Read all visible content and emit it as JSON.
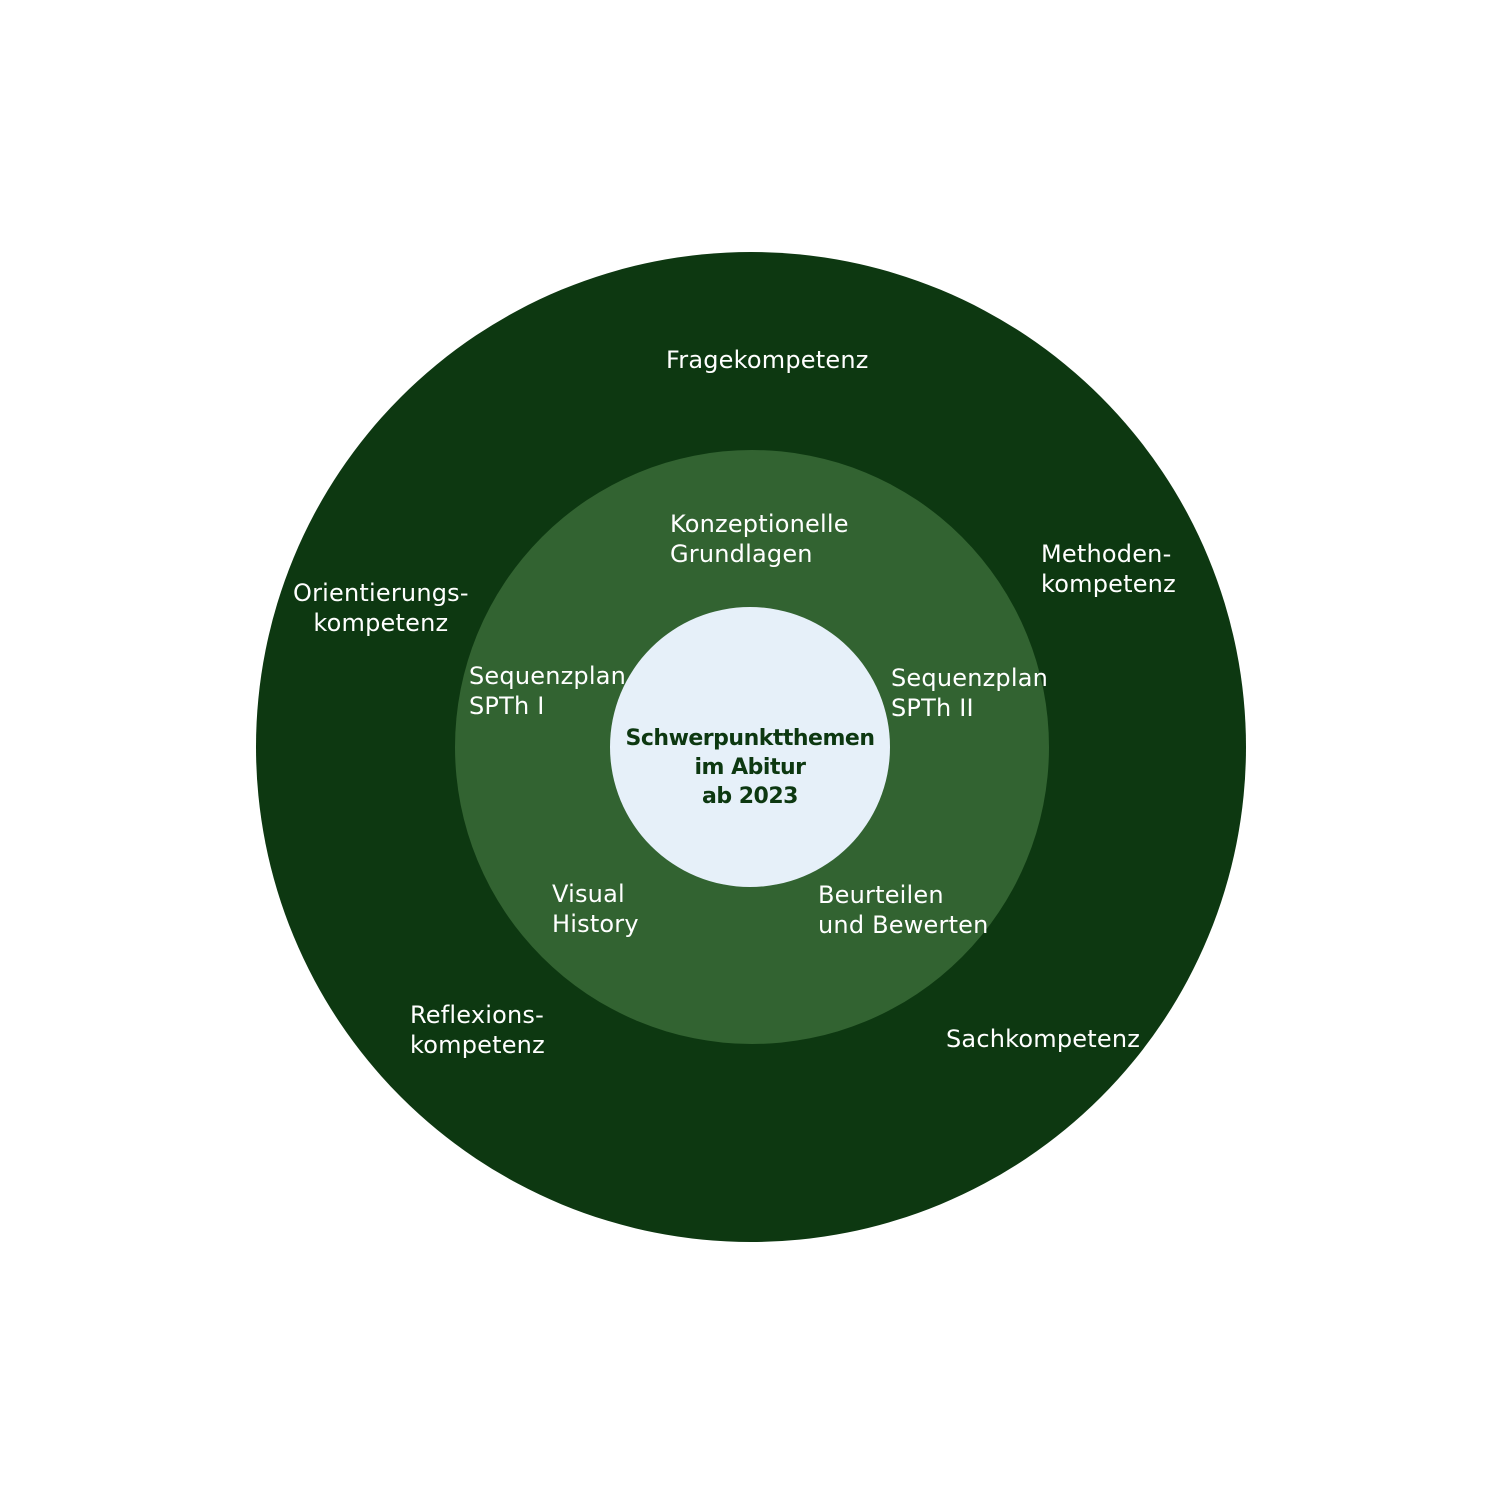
{
  "colors": {
    "outer_ring": "#0d3811",
    "middle_ring": "#326331",
    "inner_circle": "#e6f0f9",
    "label_text": "#ffffff",
    "center_text": "#0d3811"
  },
  "center": {
    "text": "Schwerpunktthemen\nim Abitur\nab 2023"
  },
  "outer_labels": {
    "frage": "Fragekompetenz",
    "methoden": "Methoden-\nkompetenz",
    "orientierung": "Orientierungs-\nkompetenz",
    "reflexion": "Reflexions-\nkompetenz",
    "sach": "Sachkompetenz"
  },
  "middle_labels": {
    "konzeptionelle": "Konzeptionelle\nGrundlagen",
    "sequenz1": "Sequenzplan\nSPTh I",
    "sequenz2": "Sequenzplan\nSPTh II",
    "visual": "Visual\nHistory",
    "beurteilen": "Beurteilen\nund Bewerten"
  }
}
